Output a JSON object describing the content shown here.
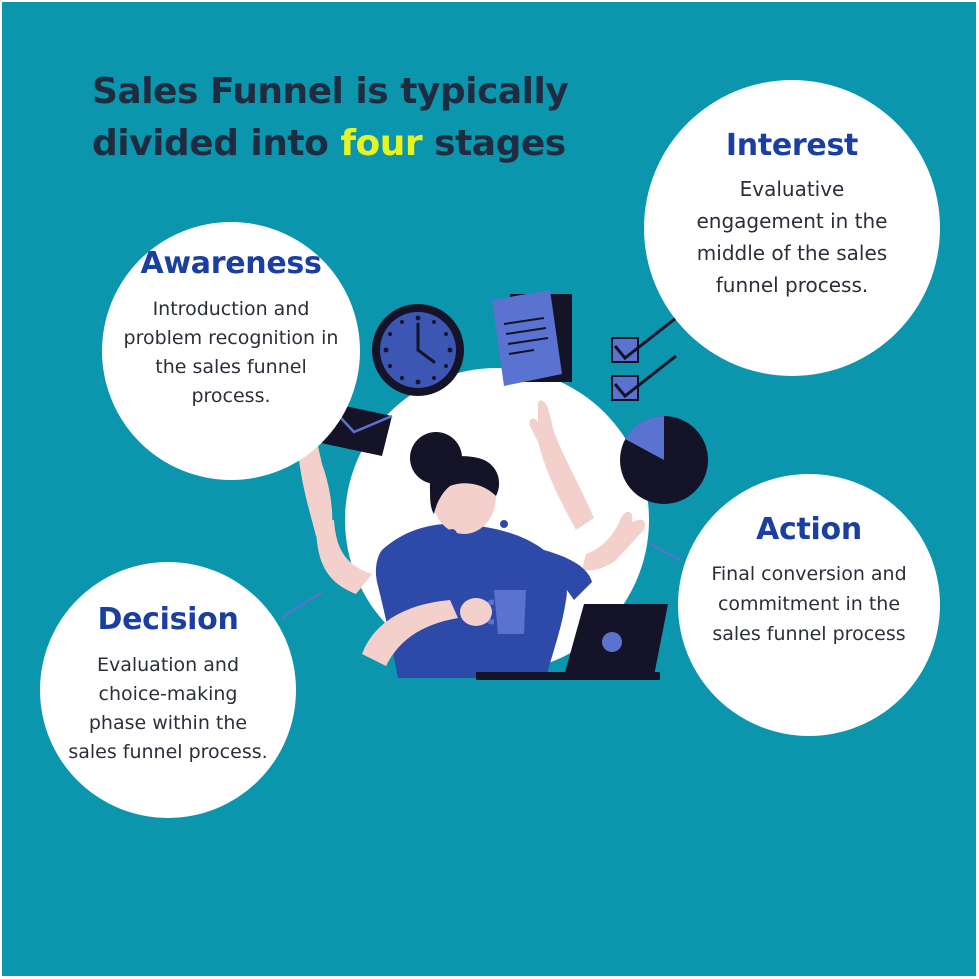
{
  "title": {
    "line1": "Sales Funnel is typically",
    "line2_before": "divided into ",
    "highlight": "four",
    "line2_after": " stages"
  },
  "stages": {
    "awareness": {
      "label": "Awareness",
      "description": "Introduction and problem recognition in the sales funnel process."
    },
    "interest": {
      "label": "Interest",
      "description": "Evaluative engagement in the middle of the sales funnel process."
    },
    "action": {
      "label": "Action",
      "description": "Final conversion and commitment in the sales funnel process"
    },
    "decision": {
      "label": "Decision",
      "description": "Evaluation and choice-making phase within the sales funnel process."
    }
  },
  "colors": {
    "background": "#0b96ad",
    "heading": "#1f2b3f",
    "highlight": "#e6f51f",
    "stage_label": "#1a3fa0",
    "illustration_blue": "#2e4aa8",
    "illustration_accent": "#5a72d0",
    "illustration_dark": "#151327",
    "skin": "#f4d0cc"
  },
  "icons": [
    "clock-icon",
    "document-icon",
    "checkbox-icon",
    "envelope-icon",
    "pie-chart-icon",
    "coffee-mug-icon",
    "laptop-icon"
  ]
}
